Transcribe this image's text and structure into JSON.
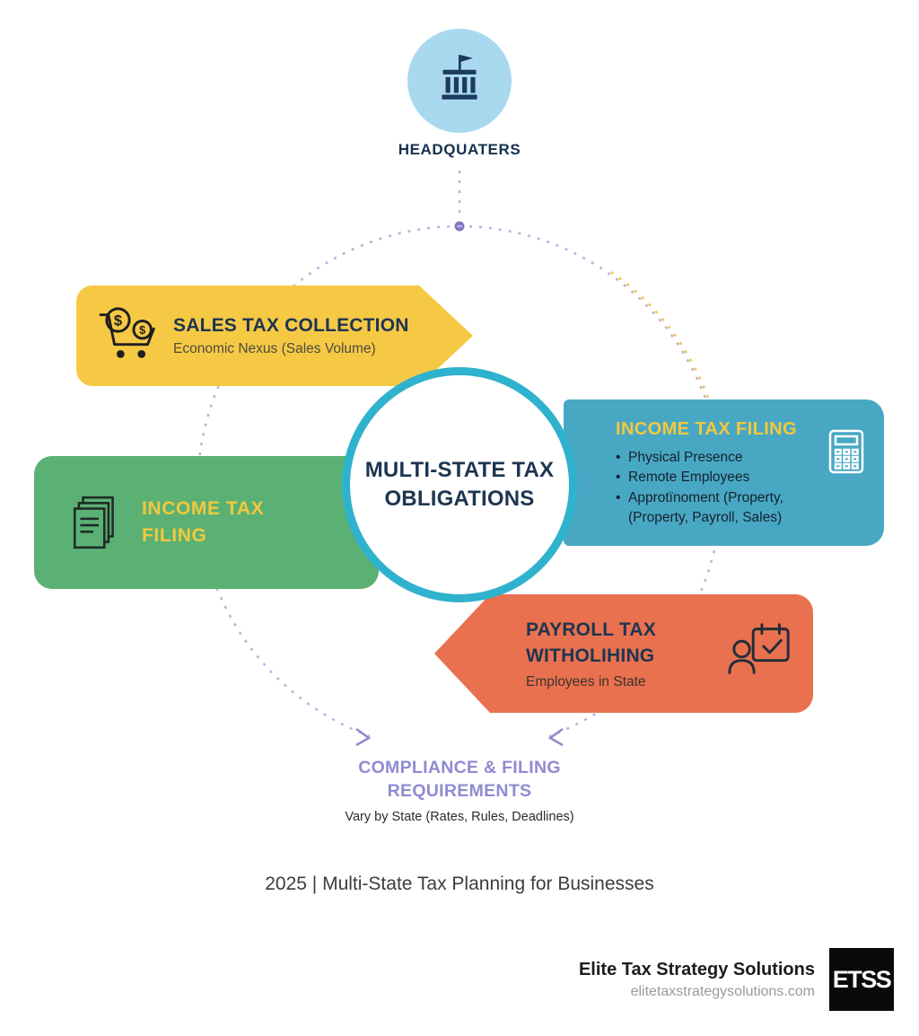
{
  "headquarters": {
    "label": "HEADQUATERS"
  },
  "center": {
    "line1": "MULTI-STATE TAX",
    "line2": "OBLIGATIONS"
  },
  "banners": {
    "sales": {
      "title": "SALES TAX COLLECTION",
      "subtitle": "Economic Nexus (Sales Volume)"
    },
    "income_left": {
      "line1": "INCOME TAX",
      "line2": "FILING"
    },
    "income_right": {
      "title": "INCOME TAX FILING",
      "bullet_glyph": "•",
      "bullets": [
        "Physical Presence",
        "Remote Employees",
        "Approtïnoment (Property,"
      ],
      "bullet_continuation": "(Property, Payroll, Sales)"
    },
    "payroll": {
      "line1": "PAYROLL TAX",
      "line2": "WITHOLIHING",
      "subtitle": "Employees in State"
    }
  },
  "compliance": {
    "line1": "COMPLIANCE & FILING",
    "line2": "REQUIREMENTS",
    "subtitle": "Vary by State (Rates, Rules, Deadlines)"
  },
  "caption": "2025 | Multi-State Tax Planning for Businesses",
  "footer": {
    "company": "Elite Tax Strategy Solutions",
    "website": "elitetaxstrategysolutions.com",
    "logo_text": "ETSS"
  },
  "icons": {
    "headquarters": "bank-building",
    "sales": "shopping-cart-dollar",
    "income_left": "documents-stack",
    "income_right": "calculator",
    "payroll": "person-calendar-check",
    "dollar_large": "$",
    "dollar_small": "$"
  },
  "colors": {
    "yellow_banner": "#f6c945",
    "green_banner": "#5bb173",
    "teal_banner": "#48a8c3",
    "orange_banner": "#e9714f",
    "center_ring": "#2fb2cd",
    "navy_text": "#1d3550",
    "yellow_text": "#f2c83e",
    "lavender_dash": "#b6b1de",
    "purple_text": "#908bd0",
    "hq_blue": "#a9d9ef"
  }
}
